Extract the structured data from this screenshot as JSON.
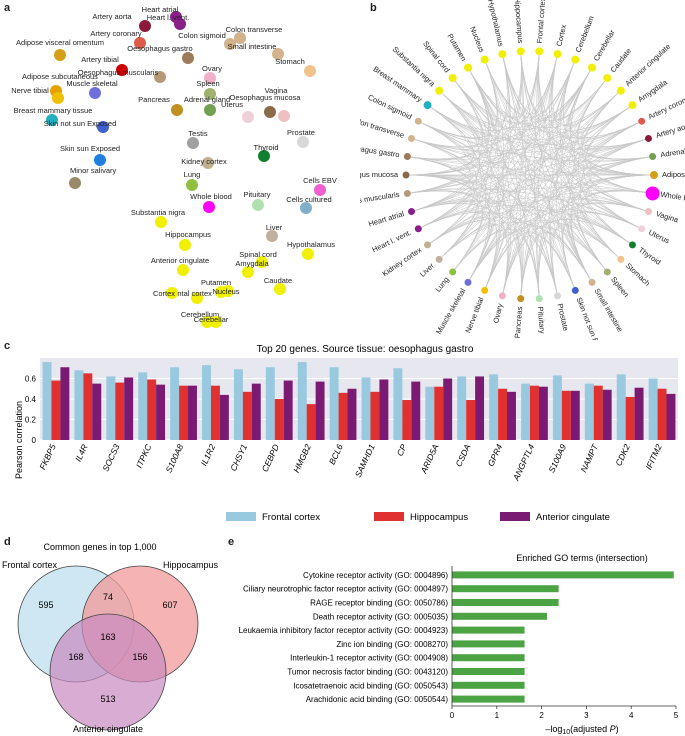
{
  "panels": {
    "a": "a",
    "b": "b",
    "c": "c",
    "d": "d",
    "e": "e"
  },
  "colors": {
    "frontal": "#98c9de",
    "hippocampus": "#e03030",
    "anterior": "#7a1a72",
    "go_bar": "#4ca344",
    "grid_bg": "#e7e7f0",
    "venn_frontal": "#c6e3f0",
    "venn_hippo": "#f29a9a",
    "venn_anterior": "#c98ac0"
  },
  "network_a": {
    "nodes": [
      {
        "label": "Heart atrial",
        "color": "#8a1f8a"
      },
      {
        "label": "Heart l. vent.",
        "color": "#8a1f8a"
      },
      {
        "label": "Artery aorta",
        "color": "#8b1a3a"
      },
      {
        "label": "Artery coronary",
        "color": "#e05a4a"
      },
      {
        "label": "Colon sigmoid",
        "color": "#d2b38c"
      },
      {
        "label": "Colon transverse",
        "color": "#d2b38c"
      },
      {
        "label": "Adipose visceral omentum",
        "color": "#d4a017"
      },
      {
        "label": "Oesophagus gastro",
        "color": "#9c7a5a"
      },
      {
        "label": "Small intestine",
        "color": "#d2b38c"
      },
      {
        "label": "Stomach",
        "color": "#f2c28c"
      },
      {
        "label": "Artery tibial",
        "color": "#cc0000"
      },
      {
        "label": "Oesophagus muscularis",
        "color": "#b59a7a"
      },
      {
        "label": "Ovary",
        "color": "#f0b0c8"
      },
      {
        "label": "Adipose subcutaneous",
        "color": "#e8a000"
      },
      {
        "label": "Muscle skeletal",
        "color": "#7070dd"
      },
      {
        "label": "Nerve tibial",
        "color": "#f0c000"
      },
      {
        "label": "Spleen",
        "color": "#a0b070"
      },
      {
        "label": "Breast mammary tissue",
        "color": "#20b0c0"
      },
      {
        "label": "Pancreas",
        "color": "#c09020"
      },
      {
        "label": "Adrenal gland",
        "color": "#70a050"
      },
      {
        "label": "Oesophagus mucosa",
        "color": "#8a6a4a"
      },
      {
        "label": "Vagina",
        "color": "#f0c0c0"
      },
      {
        "label": "Uterus",
        "color": "#f0d0d8"
      },
      {
        "label": "Skin not sun Exposed",
        "color": "#4060d0"
      },
      {
        "label": "Skin sun Exposed",
        "color": "#2080e0"
      },
      {
        "label": "Testis",
        "color": "#a0a0a0"
      },
      {
        "label": "Prostate",
        "color": "#d8d8d8"
      },
      {
        "label": "Thyroid",
        "color": "#108030"
      },
      {
        "label": "Kidney cortex",
        "color": "#c0b090"
      },
      {
        "label": "Minor salivary",
        "color": "#9a8a6a"
      },
      {
        "label": "Lung",
        "color": "#90c040"
      },
      {
        "label": "Cells EBV",
        "color": "#f060d0"
      },
      {
        "label": "Whole blood",
        "color": "#ff00ff"
      },
      {
        "label": "Pituitary",
        "color": "#b0e0b0"
      },
      {
        "label": "Cells cultured",
        "color": "#80b0c8"
      },
      {
        "label": "Substantia nigra",
        "color": "#f0f000"
      },
      {
        "label": "Liver",
        "color": "#c0b0a0"
      },
      {
        "label": "Hippocampus",
        "color": "#f0f000"
      },
      {
        "label": "Hypothalamus",
        "color": "#f0f000"
      },
      {
        "label": "Spinal cord",
        "color": "#f0f000"
      },
      {
        "label": "Anterior cingulate",
        "color": "#f0f000"
      },
      {
        "label": "Amygdala",
        "color": "#f0f000"
      },
      {
        "label": "Putamen",
        "color": "#f0f000"
      },
      {
        "label": "Caudate",
        "color": "#f0f000"
      },
      {
        "label": "Frontal cortex",
        "color": "#f0f000"
      },
      {
        "label": "Cortex",
        "color": "#f0f000"
      },
      {
        "label": "Nucleus",
        "color": "#f0f000"
      },
      {
        "label": "Cerebellum",
        "color": "#f0f000"
      },
      {
        "label": "Cerebellar",
        "color": "#f0f000"
      }
    ]
  },
  "circle_b": {
    "labels": [
      "Frontal cortex",
      "Cortex",
      "Cerebellum",
      "Cerebellar",
      "Caudate",
      "Anterior cingulate",
      "Amygdala",
      "Artery coronary",
      "Artery aorta",
      "Adrenal gland",
      "Adipose visceral",
      "Whole blood",
      "Vagina",
      "Uterus",
      "Thyroid",
      "Stomach",
      "Spleen",
      "Small intestine",
      "Skin not sun Exposed",
      "Prostate",
      "Pituitary",
      "Pancreas",
      "Ovary",
      "Nerve tibial",
      "Muscle skeletal",
      "Lung",
      "Liver",
      "Kidney cortex",
      "Heart l. vent.",
      "Heart atrial",
      "Oesophagus muscularis",
      "Oesophagus mucosa",
      "Oesophagus gastro",
      "Colon transverse",
      "Colon sigmoid",
      "Breast mammary",
      "Substantia nigra",
      "Spinal cord",
      "Putamen",
      "Nucleus",
      "Hypothalamus",
      "Hippocampus"
    ]
  },
  "chart_data": [
    {
      "type": "bar",
      "title": "Top 20 genes. Source tissue: oesophagus gastro",
      "ylabel": "Pearson correlation",
      "ylim": [
        0,
        0.8
      ],
      "yticks": [
        "0",
        "0.2",
        "0.4",
        "0.6"
      ],
      "grid": true,
      "legend_position": "bottom",
      "categories": [
        "FKBP5",
        "IL4R",
        "SOCS3",
        "ITPKC",
        "S100A8",
        "IL1R2",
        "CHSY1",
        "CEBPD",
        "HMGB2",
        "BCL6",
        "SAMHD1",
        "CP",
        "ARID5A",
        "CSDA",
        "GPR4",
        "ANGPTL4",
        "S100A9",
        "NAMPT",
        "CDK2",
        "IFITM2"
      ],
      "series": [
        {
          "name": "Frontal cortex",
          "values": [
            0.76,
            0.68,
            0.62,
            0.66,
            0.71,
            0.73,
            0.69,
            0.71,
            0.76,
            0.71,
            0.61,
            0.7,
            0.52,
            0.62,
            0.64,
            0.55,
            0.63,
            0.55,
            0.64,
            0.6
          ]
        },
        {
          "name": "Hippocampus",
          "values": [
            0.58,
            0.65,
            0.56,
            0.59,
            0.53,
            0.53,
            0.47,
            0.4,
            0.35,
            0.46,
            0.47,
            0.39,
            0.52,
            0.39,
            0.5,
            0.53,
            0.48,
            0.53,
            0.42,
            0.5
          ]
        },
        {
          "name": "Anterior cingulate",
          "values": [
            0.71,
            0.55,
            0.61,
            0.54,
            0.53,
            0.44,
            0.55,
            0.58,
            0.57,
            0.5,
            0.59,
            0.57,
            0.6,
            0.62,
            0.47,
            0.52,
            0.48,
            0.49,
            0.51,
            0.45
          ]
        }
      ]
    },
    {
      "type": "venn",
      "title": "Common genes in top 1,000",
      "sets": [
        "Frontal cortex",
        "Hippocampus",
        "Anterior cingulate"
      ],
      "regions": {
        "frontal_only": "595",
        "hippocampus_only": "607",
        "anterior_only": "513",
        "frontal_hippocampus": "74",
        "frontal_anterior": "168",
        "hippocampus_anterior": "156",
        "all": "163"
      }
    },
    {
      "type": "bar",
      "orientation": "horizontal",
      "title": "Enriched GO terms (intersection)",
      "xlabel_main": "–log",
      "xlabel_sub": "10",
      "xlabel_tail": "(adjusted ",
      "xlabel_p": "P",
      "xlabel_close": ")",
      "xlim": [
        0,
        5
      ],
      "xticks": [
        "0",
        "1",
        "2",
        "3",
        "4",
        "5"
      ],
      "categories": [
        "Cytokine receptor activity (GO: 0004896)",
        "Ciliary neurotrophic factor receptor activity (GO: 0004897)",
        "RAGE receptor binding (GO: 0050786)",
        "Death receptor activity (GO: 0005035)",
        "Leukaemia inhibitory factor receptor activity (GO: 0004923)",
        "Zinc ion binding (GO: 0008270)",
        "Interleukin-1 receptor activity (GO: 0004908)",
        "Tumor necrosis factor binding (GO: 0043120)",
        "Icosatetraenoic acid binding (GO: 0050543)",
        "Arachidonic acid binding (GO: 0050544)"
      ],
      "values": [
        4.95,
        2.38,
        2.38,
        2.12,
        1.62,
        1.62,
        1.62,
        1.62,
        1.62,
        1.62
      ]
    }
  ]
}
